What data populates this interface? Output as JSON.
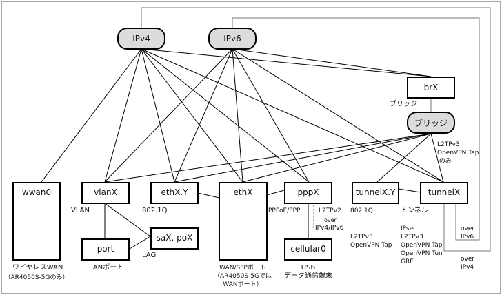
{
  "nodes": {
    "ipv4": "IPv4",
    "ipv6": "IPv6",
    "brx": "brX",
    "bridge": "ブリッジ",
    "wwan0": "wwan0",
    "vlanx": "vlanX",
    "ethxy": "ethX.Y",
    "ethx": "ethX",
    "pppx": "pppX",
    "tunnelxy": "tunnelX.Y",
    "tunnelx": "tunnelX",
    "port": "port",
    "saxpox": "saX, poX",
    "cellular0": "cellular0"
  },
  "labels": {
    "brx_bridge": "ブリッジ",
    "bridge_note": "L2TPv3\nOpenVPN Tap\n のみ",
    "vlan": "VLAN",
    "ethxy_8021q": "802.1Q",
    "lag": "LAG",
    "lan_port": "LANポート",
    "wwan": "ワイヤレスWAN",
    "wwan_note": "（AR4050S-5Gのみ）",
    "pppoe": "PPPoE/PPP",
    "l2tpv2": "L2TPv2",
    "over": "over",
    "ipv4ipv6": "IPv4/IPv6",
    "wan_sfp": "WAN/SFPポート\n（AR4050S-5Gでは\nWANポート）",
    "usb": "USB\nデータ通信端末",
    "tunnelxy_8021q": "802.1Q",
    "tunnelxy_types": "L2TPv3\nOpenVPN Tap",
    "tunnel": "トンネル",
    "tunnel_types": "IPsec\nL2TPv3\nOpenVPN Tap\nOpenVPN Tun\nGRE",
    "over_ipv6": "over\nIPv6",
    "over_ipv4": "over\nIPv4"
  }
}
